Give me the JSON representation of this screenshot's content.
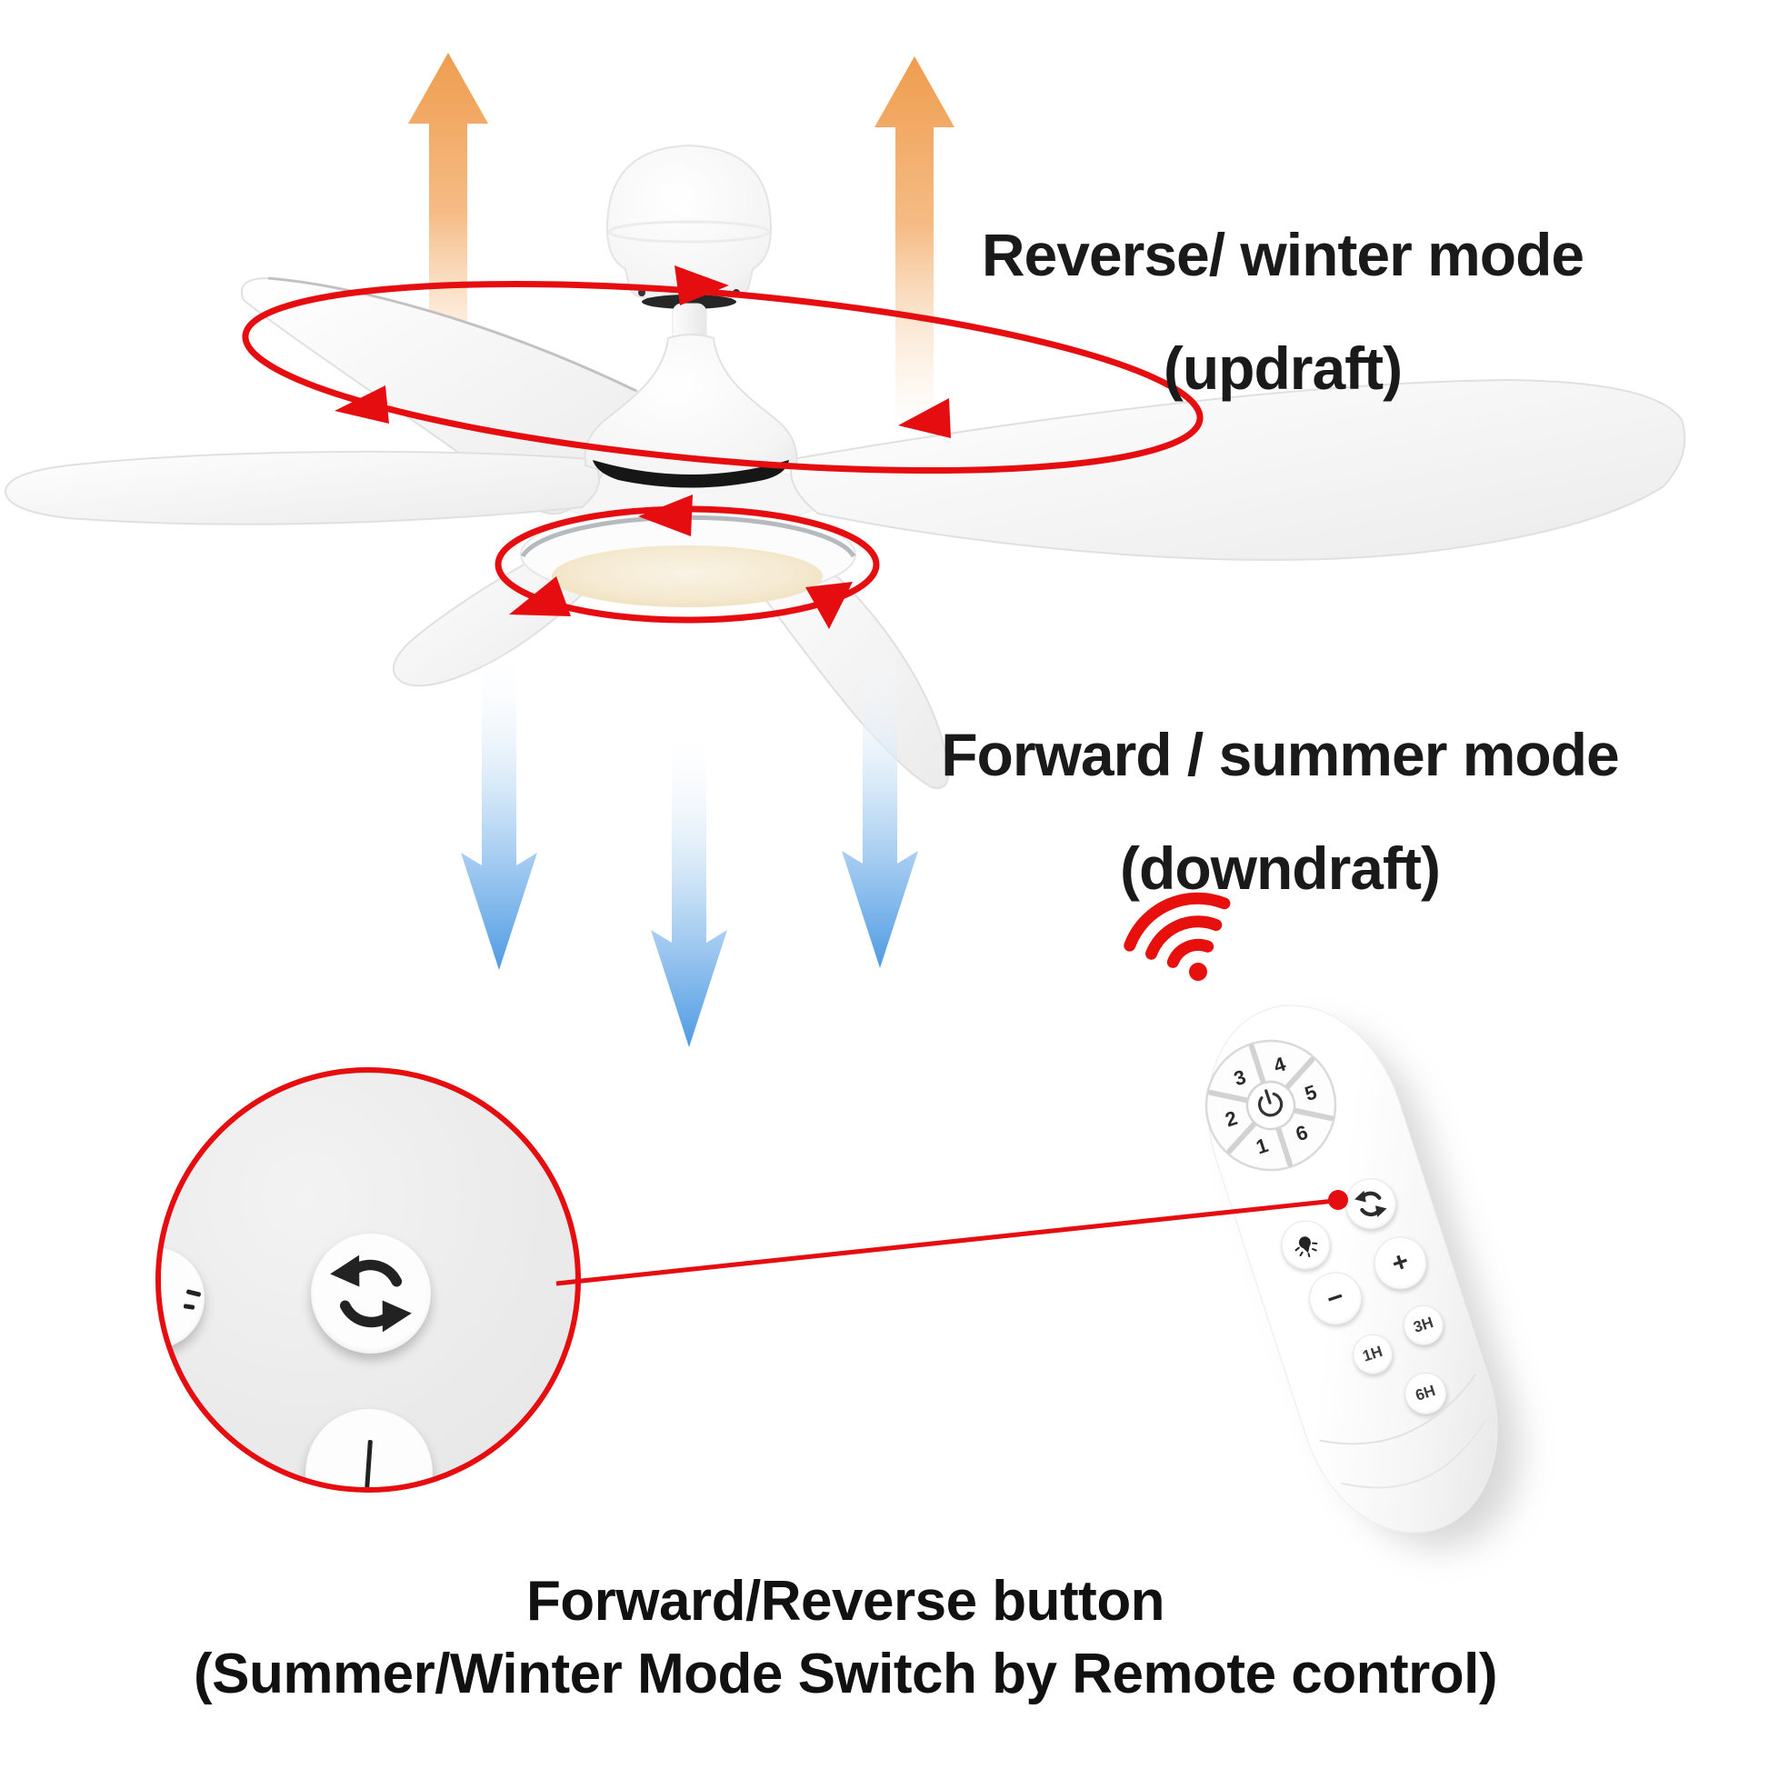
{
  "page": {
    "type": "ceiling-fan mode explainer diagram",
    "background": "#ffffff"
  },
  "annotations": {
    "reverse": {
      "line1": "Reverse/ winter mode",
      "line2": "(updraft)"
    },
    "forward": {
      "line1": "Forward / summer mode",
      "line2": "(downdraft)"
    },
    "caption": {
      "line1": "Forward/Reverse button",
      "line2": "(Summer/Winter Mode Switch by Remote control)"
    }
  },
  "remote": {
    "speed_buttons": [
      "1",
      "2",
      "3",
      "4",
      "5",
      "6"
    ],
    "plus_label": "+",
    "minus_label": "−",
    "timer_buttons": [
      "1H",
      "3H",
      "6H"
    ]
  },
  "icons": {
    "wifi": "wifi-signal-icon",
    "power": "power-icon",
    "forward_reverse": "forward-reverse-rotation-icon",
    "light": "light-bulb-icon",
    "updraft_arrows": "up-arrow-icon",
    "downdraft_arrows": "down-arrow-icon"
  },
  "colors": {
    "annotation_red": "#e60d10",
    "updraft_orange": "#f0a053",
    "downdraft_blue": "#5ea6e8",
    "led_warm_white": "#f5ecd8",
    "text": "#1a1a1a"
  }
}
